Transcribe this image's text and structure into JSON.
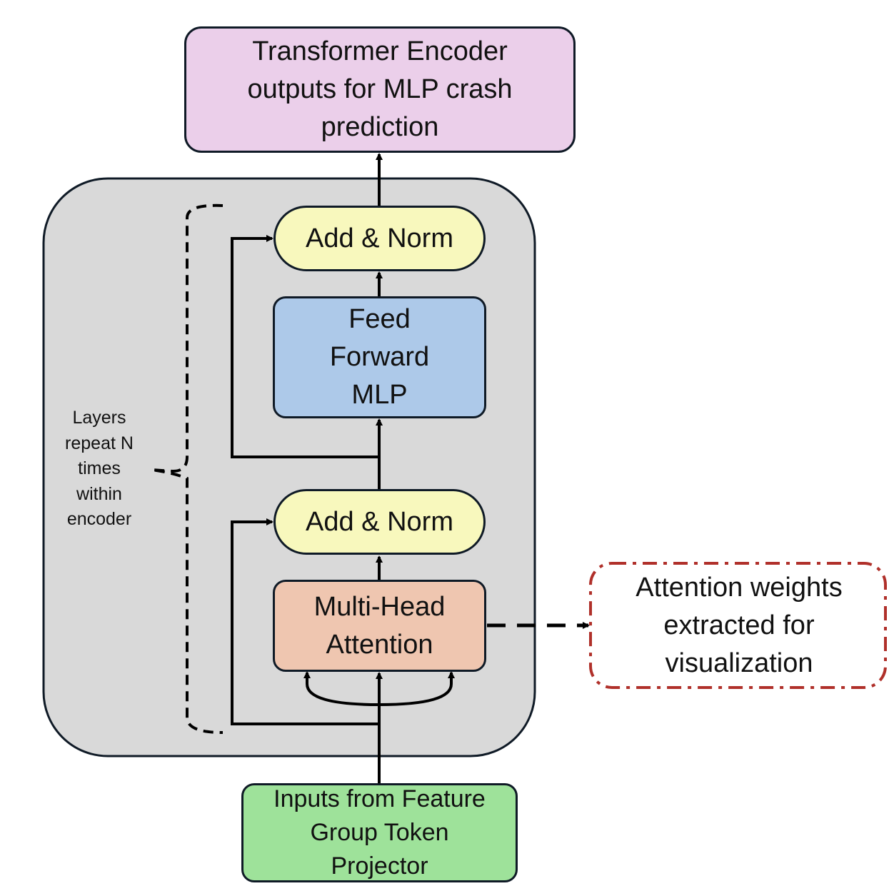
{
  "diagram": {
    "output_box": {
      "lines": [
        "Transformer Encoder",
        "outputs for MLP crash",
        "prediction"
      ]
    },
    "add_norm_top": {
      "label": "Add & Norm"
    },
    "feed_forward": {
      "lines": [
        "Feed",
        "Forward",
        "MLP"
      ]
    },
    "add_norm_bottom": {
      "label": "Add & Norm"
    },
    "multi_head_attention": {
      "lines": [
        "Multi-Head",
        "Attention"
      ]
    },
    "input_box": {
      "lines": [
        "Inputs from Feature",
        "Group Token",
        "Projector"
      ]
    },
    "attention_weights": {
      "lines": [
        "Attention weights",
        "extracted for",
        "visualization"
      ]
    },
    "layers_annotation": {
      "lines": [
        "Layers",
        "repeat N",
        "times",
        "within",
        "encoder"
      ]
    }
  },
  "colors": {
    "encoder_background": "#d9d9d9",
    "output_box_fill": "#ebcfea",
    "add_norm_fill": "#f8f8bd",
    "feed_forward_fill": "#adc9e9",
    "attention_fill": "#efc6b0",
    "input_fill": "#9ee29a",
    "attention_weights_border": "#b0302a",
    "stroke": "#0f1a26"
  }
}
